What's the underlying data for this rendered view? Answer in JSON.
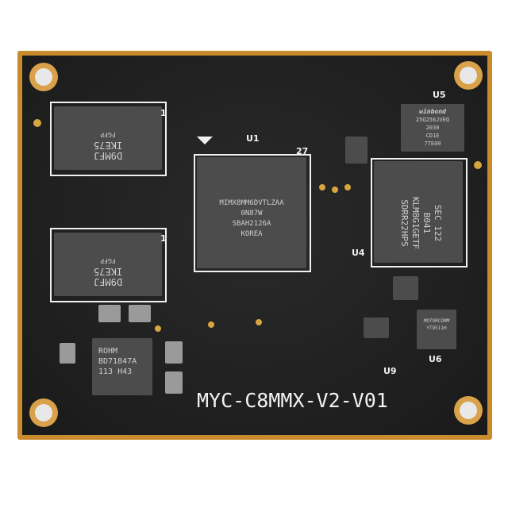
{
  "board": {
    "silkscreen_title": "MYC-C8MMX-V2-V01",
    "colors": {
      "edge": "#c98b2c",
      "pcb": "#1e1e1e",
      "chip": "#4c4c4c",
      "silk": "#f2f2f2"
    },
    "labels": {
      "u1": "U1",
      "pin27": "27",
      "u5": "U5",
      "u4": "U4",
      "u9": "U9",
      "u6": "U6",
      "pin1_a": "1",
      "pin1_b": "1"
    }
  },
  "chips": {
    "soc": {
      "lines": [
        "MIMX8MM6DVTLZAA",
        "0N87W",
        "SBAH2126A",
        "KOREA"
      ]
    },
    "dram": {
      "lines": [
        "D9MFJ",
        "IKE75"
      ],
      "side": "FGFP"
    },
    "emmc": {
      "lines": [
        "SEC 122",
        "B041",
        "KLM8G1GETF",
        "SDRR22HPS"
      ]
    },
    "flash": {
      "lines": [
        "winbond",
        "25Q256JVEQ",
        "2030",
        "CD1E",
        "7TE00"
      ]
    },
    "pmic": {
      "lines": [
        "ROHM",
        "BD71847A",
        "113 H43"
      ]
    },
    "u6": {
      "lines": [
        "MOTORCOMM",
        "YT8511H"
      ]
    }
  }
}
